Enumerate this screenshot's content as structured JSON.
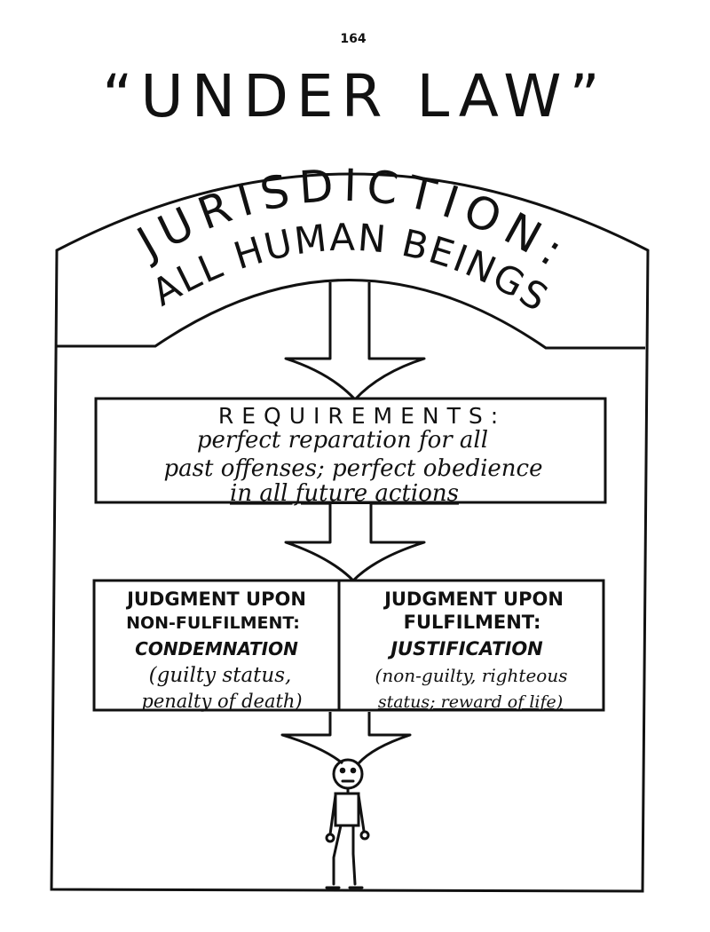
{
  "page_number": "164",
  "title": "“UNDER LAW”",
  "arch": {
    "line1": "JURISDICTION:",
    "line2": "ALL HUMAN BEINGS"
  },
  "requirements": {
    "heading": "REQUIREMENTS:",
    "lines": [
      "perfect reparation for all",
      "past offenses; perfect obedience",
      "in all future actions"
    ]
  },
  "judgment_left": {
    "lines": [
      "JUDGMENT UPON",
      "NON-FULFILMENT:",
      "CONDEMNATION"
    ],
    "italic_lines": [
      "(guilty status,",
      "penalty of death)"
    ]
  },
  "judgment_right": {
    "lines": [
      "JUDGMENT UPON",
      "FULFILMENT:",
      "JUSTIFICATION"
    ],
    "italic_lines": [
      "(non-guilty, righteous",
      "status; reward of life)"
    ]
  }
}
